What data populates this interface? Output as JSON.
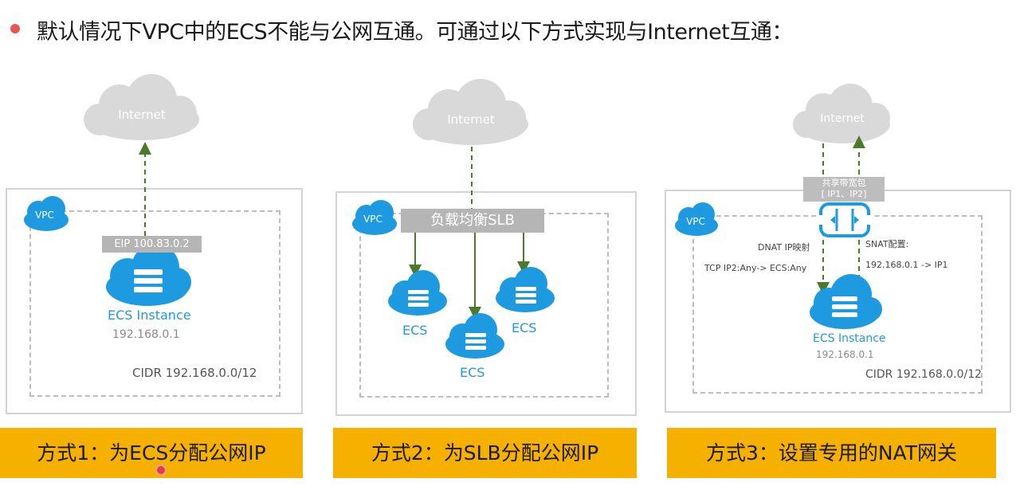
{
  "heading": "默认情况下VPC中的ECS不能与公网互通。可通过以下方式实现与Internet互通：",
  "panel1": {
    "internet": "Internet",
    "vpc": "VPC",
    "eip": "EIP 100.83.0.2",
    "ecs_label": "ECS Instance",
    "ip": "192.168.0.1",
    "cidr": "CIDR 192.168.0.0/12",
    "caption": "方式1：为ECS分配公网IP"
  },
  "panel2": {
    "internet": "Internet",
    "vpc": "VPC",
    "slb": "负载均衡SLB",
    "ecs1": "ECS",
    "ecs2": "ECS",
    "ecs3": "ECS",
    "caption": "方式2：为SLB分配公网IP"
  },
  "panel3": {
    "internet": "Internet",
    "vpc": "VPC",
    "bandwidth_line1": "共享带宽包",
    "bandwidth_line2": "[ IP1、IP2]",
    "dnat_title": "DNAT IP映射",
    "dnat_rule": "TCP  IP2:Any-> ECS:Any",
    "snat_title": "SNAT配置:",
    "snat_rule": "192.168.0.1 -> IP1",
    "ecs_label": "ECS Instance",
    "ip": "192.168.0.1",
    "cidr": "CIDR 192.168.0.0/12",
    "caption": "方式3：设置专用的NAT网关"
  },
  "colors": {
    "accent_blue": "#1d9ae0",
    "cloud_gray": "#d9d9d9",
    "arrow_green": "#4c7a2a",
    "caption_bg": "#f5b000",
    "bullet_red": "#e8574d"
  }
}
